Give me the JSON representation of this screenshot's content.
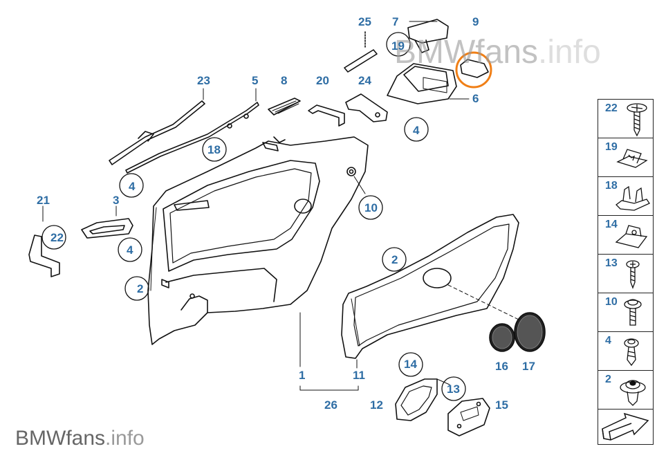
{
  "watermark_top": {
    "brand": "BMWfans",
    "suffix": ".info"
  },
  "watermark_bottom": {
    "brand": "BMWfans",
    "suffix": ".info"
  },
  "callouts": {
    "c25": "25",
    "c7": "7",
    "c9": "9",
    "c19": "19",
    "c23": "23",
    "c5": "5",
    "c8": "8",
    "c20": "20",
    "c24": "24",
    "c6": "6",
    "c4a": "4",
    "c18": "18",
    "c4b": "4",
    "c21": "21",
    "c3": "3",
    "c22": "22",
    "c4c": "4",
    "c10": "10",
    "c2a": "2",
    "c2b": "2",
    "c1": "1",
    "c11": "11",
    "c26": "26",
    "c14": "14",
    "c13": "13",
    "c12": "12",
    "c15": "15",
    "c16": "16",
    "c17": "17"
  },
  "legend": {
    "items": [
      {
        "num": "22",
        "icon": "screw-icon"
      },
      {
        "num": "19",
        "icon": "clip-nut-icon"
      },
      {
        "num": "18",
        "icon": "bracket-clip-icon"
      },
      {
        "num": "14",
        "icon": "spring-nut-icon"
      },
      {
        "num": "13",
        "icon": "small-screw-icon"
      },
      {
        "num": "10",
        "icon": "flange-screw-icon"
      },
      {
        "num": "4",
        "icon": "expanding-rivet-icon"
      },
      {
        "num": "2",
        "icon": "push-clip-icon"
      },
      {
        "num": "",
        "icon": "direction-arrow-icon"
      }
    ]
  },
  "colors": {
    "callout": "#2e6da4",
    "highlight": "#f07f16",
    "line": "#111111",
    "watermark": "#9a9a9a"
  }
}
